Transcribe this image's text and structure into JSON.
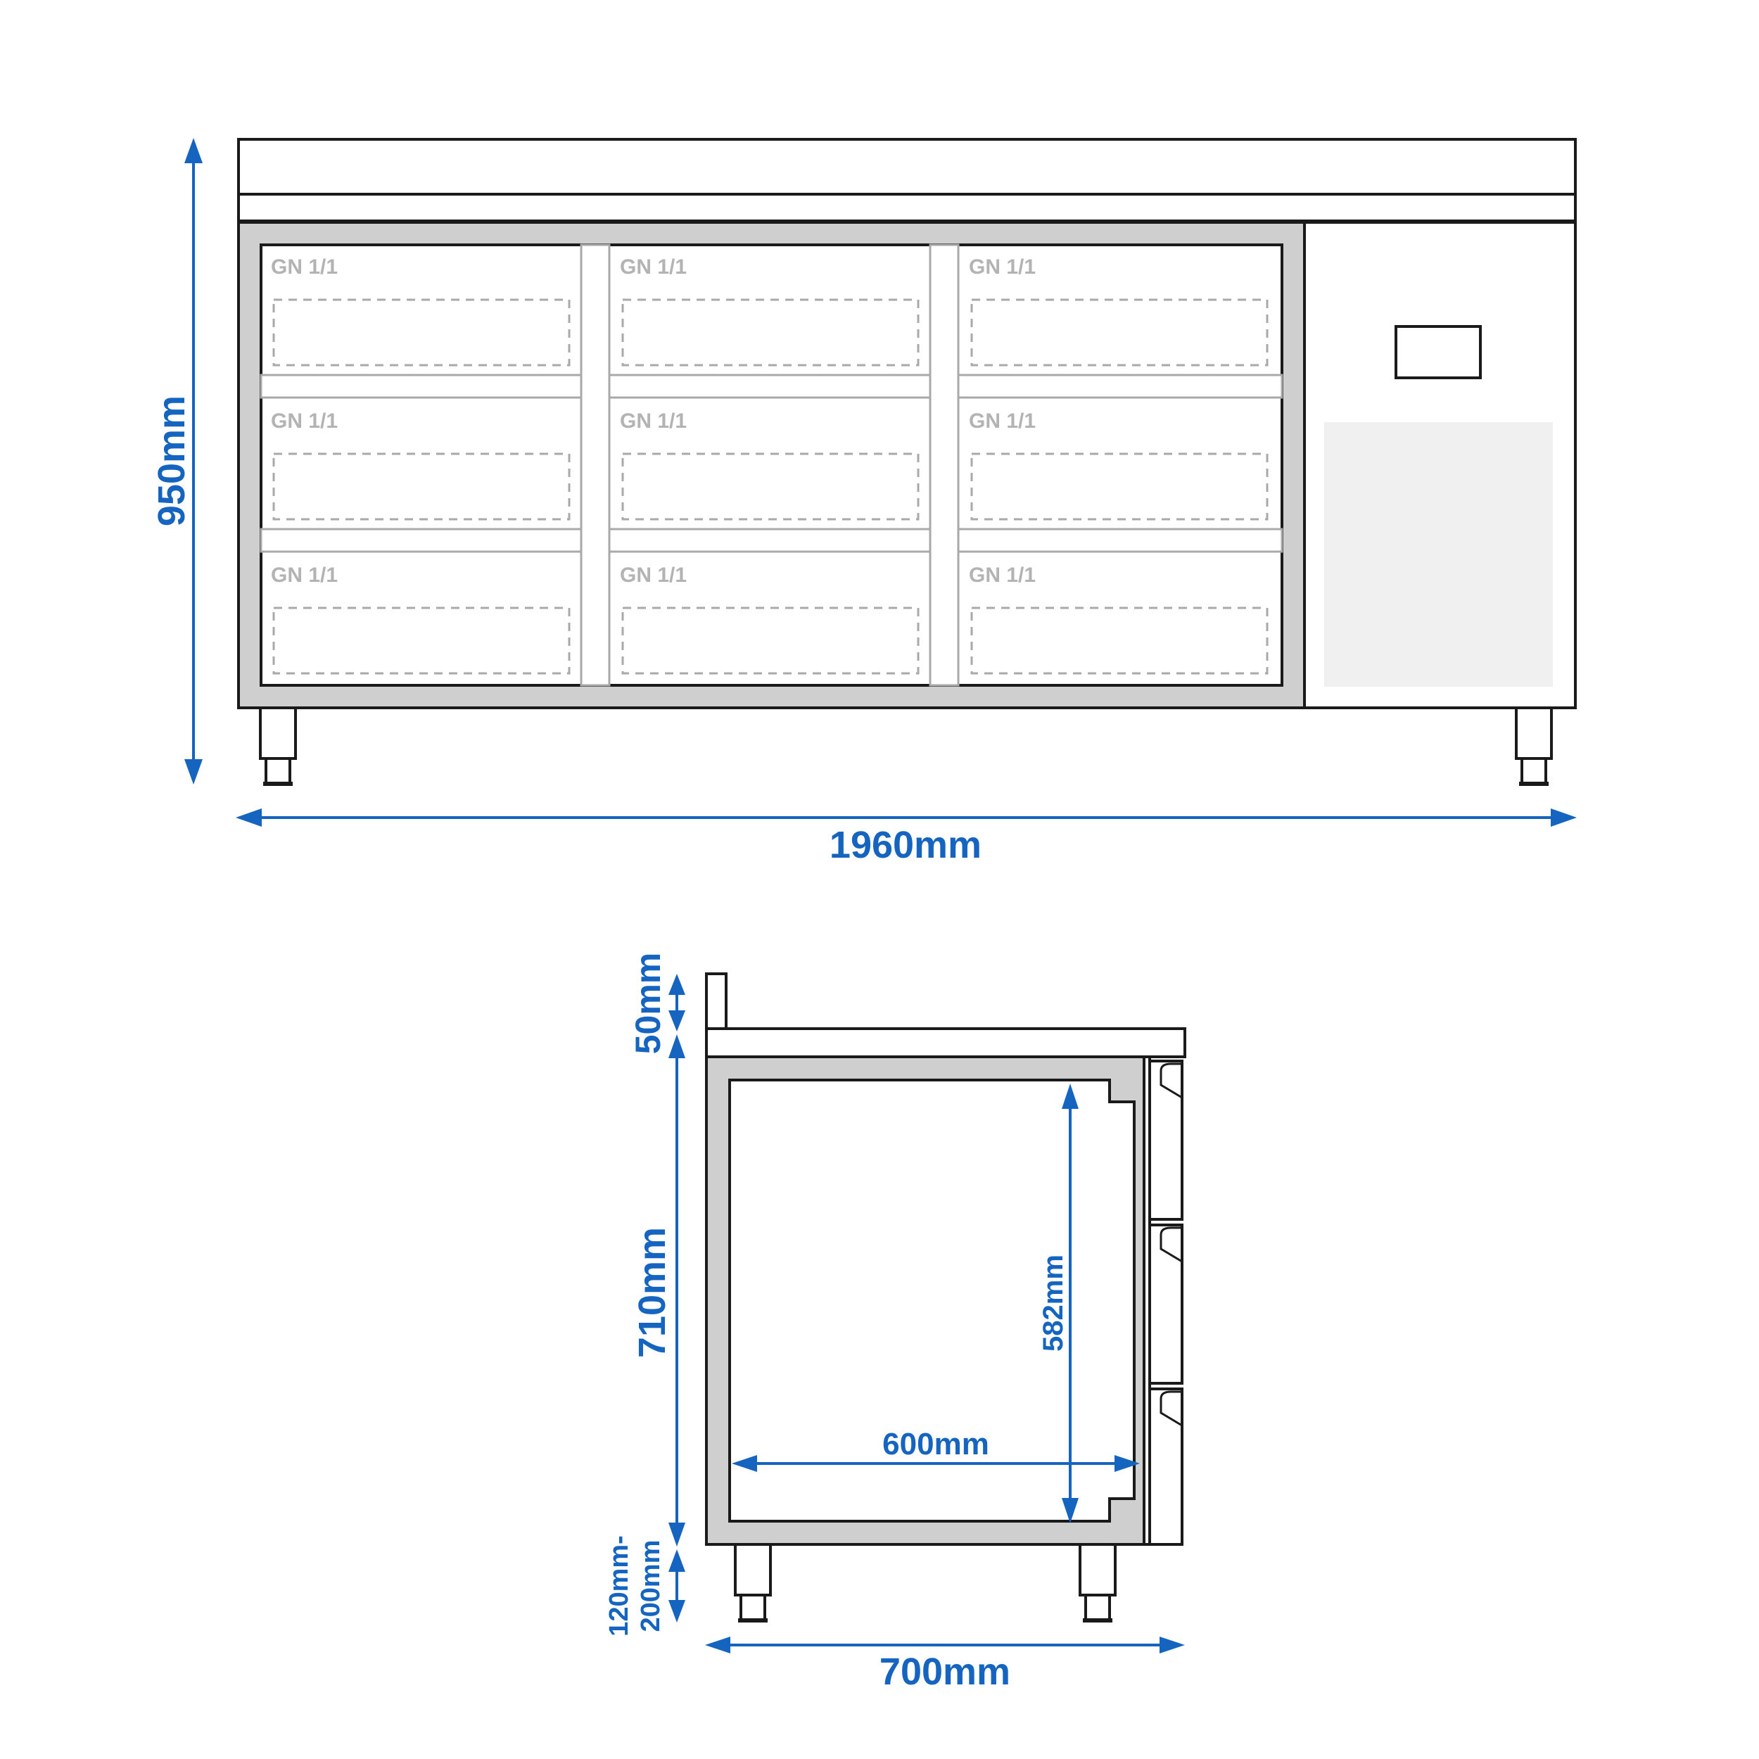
{
  "front_view": {
    "pan_label": "GN 1/1",
    "pan_grid": {
      "columns": 3,
      "rows": 3
    },
    "height_label": "950mm",
    "width_label": "1960mm"
  },
  "side_view": {
    "upstand_label": "50mm",
    "body_label": "710mm",
    "legs_label_line1": "120mm-",
    "legs_label_line2": "200mm",
    "depth_label": "700mm",
    "inner_depth_label": "600mm",
    "inner_height_label": "582mm",
    "drawer_count": 3
  },
  "colors": {
    "dimension": "#1565c0",
    "outline": "#1a1a1a",
    "frame": "#cfcfcf",
    "pan": "#a9a9a9"
  }
}
